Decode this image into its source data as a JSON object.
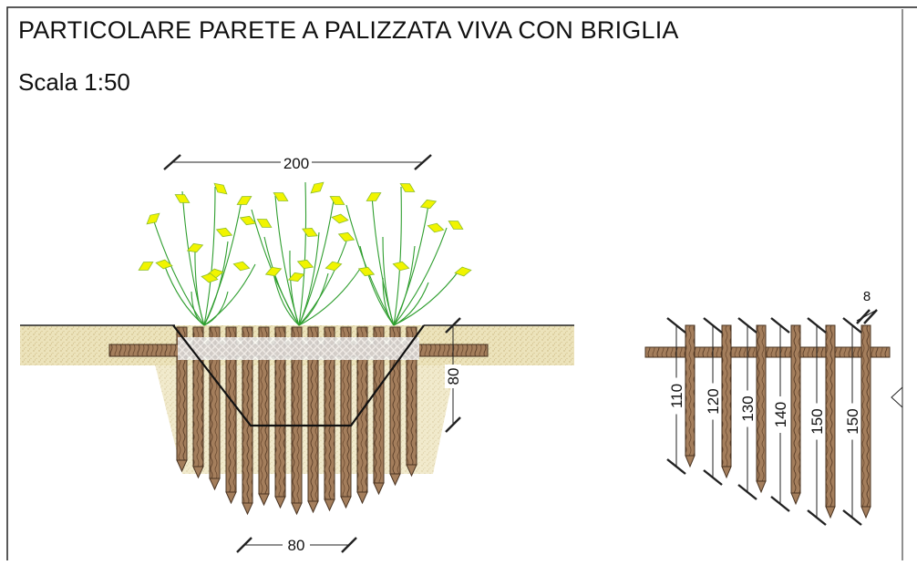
{
  "drawing": {
    "title": "PARTICOLARE PARETE A PALIZZATA VIVA CON BRIGLIA",
    "scale": "Scala 1:50"
  },
  "dimensions": {
    "top_width": "200",
    "bottom_width": "80",
    "depth": "80",
    "post_diameter": "8",
    "post_lengths": [
      "110",
      "120",
      "130",
      "140",
      "150",
      "150"
    ]
  },
  "colors": {
    "soil": "#e9dfb3",
    "soil_dots": "#c8b47c",
    "wood": "#a07a58",
    "wood_dark": "#4a3422",
    "leaf": "#f1f400",
    "leaf_edge": "#8fbf2a",
    "branch": "#2f9e2f",
    "weave": "#e8e8e8"
  }
}
